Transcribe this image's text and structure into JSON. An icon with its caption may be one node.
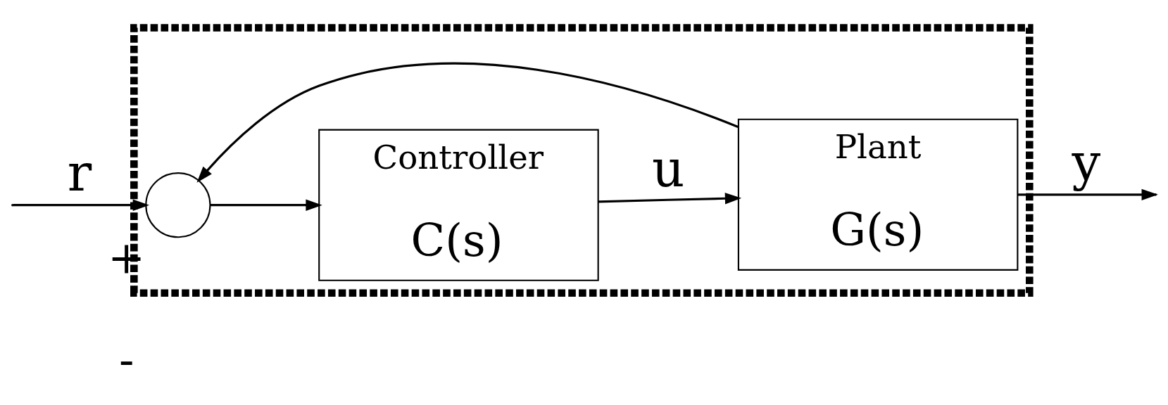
{
  "diagram": {
    "nodes": [
      {
        "text": [],
        "shape": "box"
      },
      {
        "text": [],
        "shape": "circle",
        "in": 0,
        "beside": [
          "+",
          "-"
        ]
      },
      {
        "text": [
          "Controller",
          "C(s)"
        ],
        "in": 0
      },
      {
        "text": [
          "Plant",
          "G(s)"
        ],
        "in": 0
      }
    ],
    "edges": [
      {
        "from": null,
        "to": 1,
        "arrow": "to",
        "label": "r"
      },
      {
        "from": 1,
        "to": 2,
        "arrow": "to"
      },
      {
        "from": 2,
        "to": 3,
        "arrow": "to",
        "label": "u"
      },
      {
        "from": 3,
        "to": null,
        "arrow": "to",
        "label": "y"
      },
      {
        "from": 3,
        "to": 1,
        "arrow": "to"
      }
    ]
  }
}
